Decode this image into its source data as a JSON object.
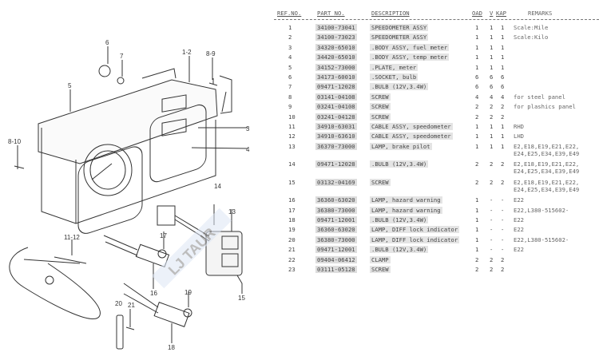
{
  "diagram": {
    "callouts": [
      "1-2",
      "3",
      "4",
      "5",
      "6",
      "7",
      "8-9",
      "8-10",
      "11-12",
      "13",
      "14",
      "15",
      "16",
      "17",
      "18",
      "19",
      "20",
      "21"
    ],
    "watermark": "LJ TAUR"
  },
  "table": {
    "headers": {
      "ref": "REF.NO.",
      "part": "PART NO.",
      "desc": "DESCRIPTION",
      "q1": "OAD",
      "q2": "V",
      "q3": "KAP",
      "remarks": "REMARKS"
    },
    "rows": [
      {
        "ref": "1",
        "part": "34100-73041",
        "desc": "SPEEDOMETER ASSY",
        "q1": "1",
        "q2": "1",
        "q3": "1",
        "remarks": "Scale:Mile"
      },
      {
        "ref": "2",
        "part": "34100-73023",
        "desc": "SPEEDOMETER ASSY",
        "q1": "1",
        "q2": "1",
        "q3": "1",
        "remarks": "Scale:Kilo"
      },
      {
        "ref": "3",
        "part": "34320-65010",
        "desc": ".BODY ASSY, fuel meter",
        "q1": "1",
        "q2": "1",
        "q3": "1",
        "remarks": ""
      },
      {
        "ref": "4",
        "part": "34420-65010",
        "desc": ".BODY ASSY, temp meter",
        "q1": "1",
        "q2": "1",
        "q3": "1",
        "remarks": ""
      },
      {
        "ref": "5",
        "part": "34152-73000",
        "desc": ".PLATE, meter",
        "q1": "1",
        "q2": "1",
        "q3": "1",
        "remarks": ""
      },
      {
        "ref": "6",
        "part": "34173-60010",
        "desc": ".SOCKET, bulb",
        "q1": "6",
        "q2": "6",
        "q3": "6",
        "remarks": ""
      },
      {
        "ref": "7",
        "part": "09471-12028",
        "desc": ".BULB (12V,3.4W)",
        "q1": "6",
        "q2": "6",
        "q3": "6",
        "remarks": ""
      },
      {
        "ref": "8",
        "part": "03141-04108",
        "desc": "SCREW",
        "q1": "4",
        "q2": "4",
        "q3": "4",
        "remarks": "for steel panel"
      },
      {
        "ref": "9",
        "part": "03241-04108",
        "desc": "SCREW",
        "q1": "2",
        "q2": "2",
        "q3": "2",
        "remarks": "for plashics panel"
      },
      {
        "ref": "10",
        "part": "03241-04128",
        "desc": "SCREW",
        "q1": "2",
        "q2": "2",
        "q3": "2",
        "remarks": ""
      },
      {
        "ref": "11",
        "part": "34910-63031",
        "desc": "CABLE ASSY, speedometer",
        "q1": "1",
        "q2": "1",
        "q3": "1",
        "remarks": "RHD"
      },
      {
        "ref": "12",
        "part": "34910-63610",
        "desc": "CABLE ASSY, speedometer",
        "q1": "1",
        "q2": "1",
        "q3": "1",
        "remarks": "LHD"
      },
      {
        "ref": "13",
        "part": "36370-73000",
        "desc": "LAMP, brake pilot",
        "q1": "1",
        "q2": "1",
        "q3": "1",
        "remarks": "E2,E18,E19,E21,E22, E24,E25,E34,E39,E49"
      },
      {
        "ref": "14",
        "part": "09471-12028",
        "desc": ".BULB (12V,3.4W)",
        "q1": "2",
        "q2": "2",
        "q3": "2",
        "remarks": "E2,E18,E19,E21,E22, E24,E25,E34,E39,E49"
      },
      {
        "ref": "15",
        "part": "03132-04169",
        "desc": "SCREW",
        "q1": "2",
        "q2": "2",
        "q3": "2",
        "remarks": "E2,E18,E19,E21,E22, E24,E25,E34,E39,E49"
      },
      {
        "ref": "16",
        "part": "36360-63020",
        "desc": "LAMP, hazard warning",
        "q1": "1",
        "q2": "-",
        "q3": "-",
        "remarks": "E22"
      },
      {
        "ref": "17",
        "part": "36380-73000",
        "desc": "LAMP, hazard warning",
        "q1": "1",
        "q2": "-",
        "q3": "-",
        "remarks": "E22,L380-515602-"
      },
      {
        "ref": "18",
        "part": "09471-12001",
        "desc": ".BULB (12V,3.4W)",
        "q1": "1",
        "q2": "-",
        "q3": "-",
        "remarks": "E22"
      },
      {
        "ref": "19",
        "part": "36360-63020",
        "desc": "LAMP, DIFF lock indicator",
        "q1": "1",
        "q2": "-",
        "q3": "-",
        "remarks": "E22"
      },
      {
        "ref": "20",
        "part": "36380-73000",
        "desc": "LAMP, DIFF lock indicator",
        "q1": "1",
        "q2": "-",
        "q3": "-",
        "remarks": "E22,L380-515602-"
      },
      {
        "ref": "21",
        "part": "09471-12001",
        "desc": ".BULB (12V,3.4W)",
        "q1": "1",
        "q2": "-",
        "q3": "-",
        "remarks": "E22"
      },
      {
        "ref": "22",
        "part": "09404-06412",
        "desc": "CLAMP",
        "q1": "2",
        "q2": "2",
        "q3": "2",
        "remarks": ""
      },
      {
        "ref": "23",
        "part": "03111-05128",
        "desc": "SCREW",
        "q1": "2",
        "q2": "2",
        "q3": "2",
        "remarks": ""
      }
    ]
  }
}
